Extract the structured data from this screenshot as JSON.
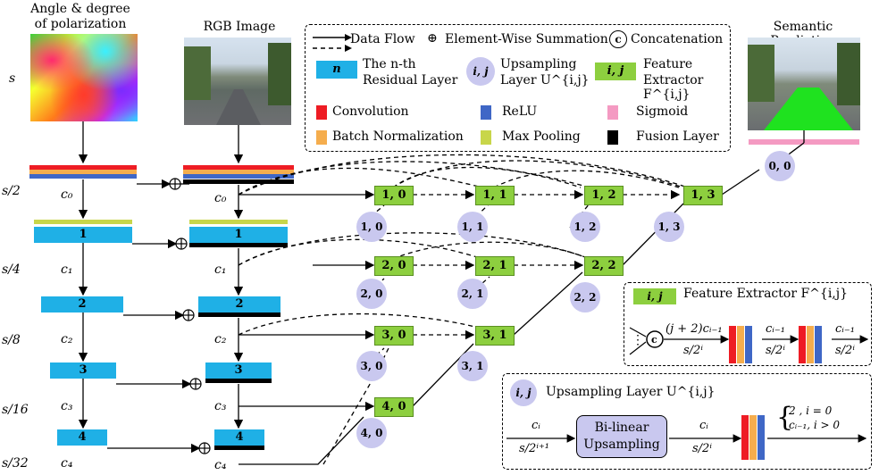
{
  "colors": {
    "conv": "#ee1c24",
    "relu": "#3f67c6",
    "sigmoid": "#f49ac2",
    "batchnorm": "#f5ad4d",
    "maxpool": "#c8d64a",
    "fusion": "#000000",
    "residual": "#1fb0e6",
    "extractor": "#8dcf3f",
    "upsample": "#c9c8ef"
  },
  "inputs": {
    "polar_title_1": "Angle & degree",
    "polar_title_2": "of polarization",
    "rgb_title": "RGB Image",
    "output_title": "Semantic Prediction"
  },
  "scales": [
    "s",
    "s/2",
    "s/4",
    "s/8",
    "s/16",
    "s/32"
  ],
  "channels_left": [
    "c₀",
    "c₁",
    "c₂",
    "c₃",
    "c₄"
  ],
  "channels_right": [
    "c₀",
    "c₁",
    "c₂",
    "c₃",
    "c₄"
  ],
  "residual_labels": [
    "1",
    "2",
    "3",
    "4"
  ],
  "extractors": [
    "1, 0",
    "1, 1",
    "1, 2",
    "1, 3",
    "2, 0",
    "2, 1",
    "2, 2",
    "3, 0",
    "3, 1",
    "4, 0"
  ],
  "upsamplers": [
    "1, 0",
    "1, 1",
    "1, 2",
    "1, 3",
    "2, 0",
    "2, 1",
    "2, 2",
    "3, 0",
    "3, 1",
    "4, 0",
    "0, 0"
  ],
  "legend": {
    "data_flow": "Data Flow",
    "summation": "Element-Wise Summation",
    "concatenation": "Concatenation",
    "residual_symbol": "n",
    "residual_1": "The n-th",
    "residual_2": "Residual Layer",
    "upsample_symbol": "i, j",
    "upsample_1": "Upsampling",
    "upsample_2": "Layer U^{i,j}",
    "extractor_symbol": "i, j",
    "extractor_1": "Feature",
    "extractor_2": "Extractor F^{i,j}",
    "convolution": "Convolution",
    "relu": "ReLU",
    "sigmoid": "Sigmoid",
    "batch_norm": "Batch Normalization",
    "max_pooling": "Max Pooling",
    "fusion_layer": "Fusion Layer"
  },
  "feature_extractor_inset": {
    "symbol": "i, j",
    "title": "Feature Extractor F^{i,j}",
    "in_channels": "(j + 2)cᵢ₋₁",
    "in_size": "s/2ⁱ",
    "mid_channels": "cᵢ₋₁",
    "mid_size": "s/2ⁱ",
    "out_channels": "cᵢ₋₁",
    "out_size": "s/2ⁱ"
  },
  "upsampling_inset": {
    "symbol": "i, j",
    "title": "Upsampling Layer U^{i,j}",
    "in_channels": "cᵢ",
    "in_size": "s/2ⁱ⁺¹",
    "box_1": "Bi-linear",
    "box_2": "Upsampling",
    "mid_channels": "cᵢ",
    "mid_size": "s/2ⁱ",
    "case_1": "2 , i = 0",
    "case_2": "cᵢ₋₁, i > 0"
  }
}
